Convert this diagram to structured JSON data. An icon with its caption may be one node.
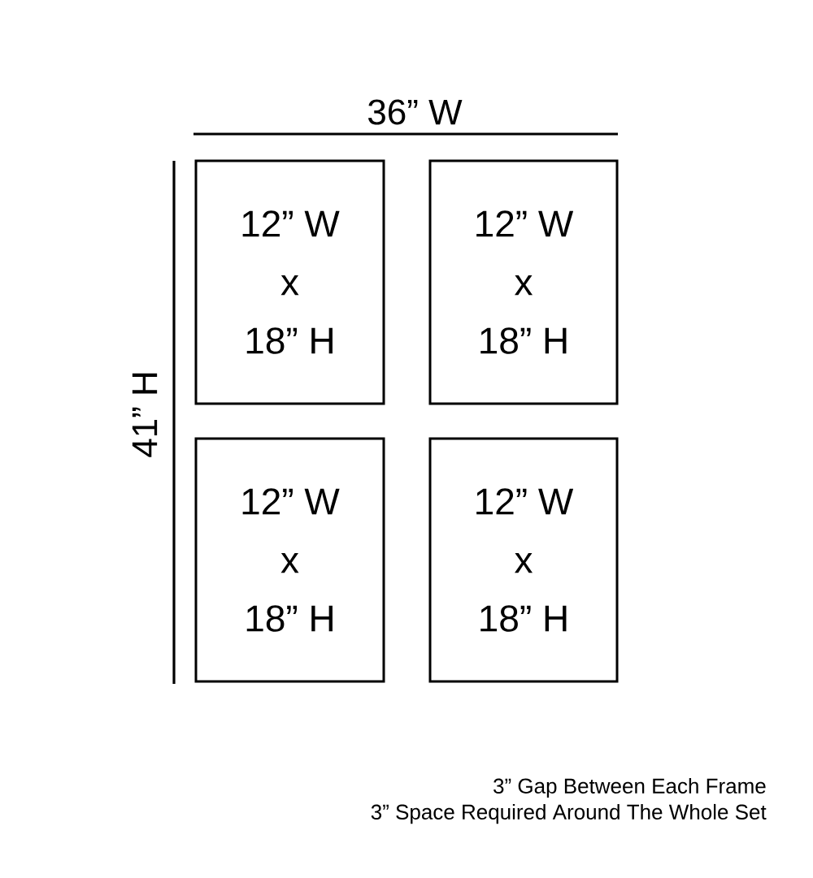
{
  "diagram": {
    "nodes": [
      {
        "text": [
          "12” W",
          "x",
          "18” H"
        ]
      },
      {
        "text": [
          "12” W",
          "x",
          "18” H"
        ]
      },
      {
        "text": [
          "12” W",
          "x",
          "18” H"
        ]
      },
      {
        "text": [
          "12” W",
          "x",
          "18” H"
        ]
      }
    ],
    "labels": [
      "36” W",
      "41” H",
      "3” Gap Between Each Frame",
      "3” Space Required Around The Whole Set"
    ]
  }
}
